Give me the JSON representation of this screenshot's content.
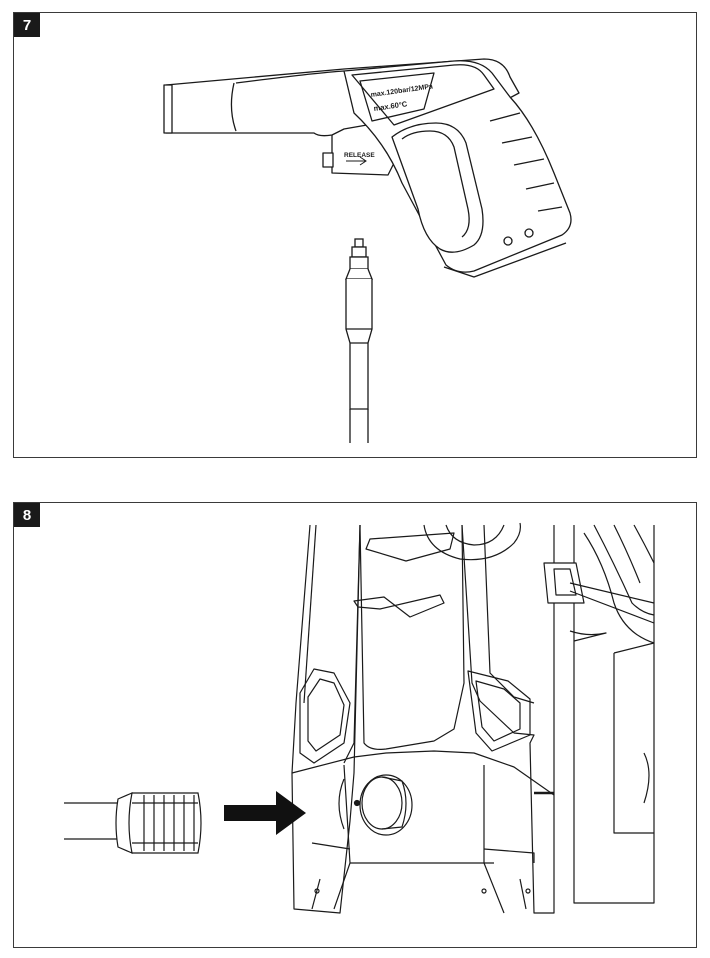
{
  "figures": [
    {
      "number": "7",
      "gun_label_pressure": "max.120bar/12MPa",
      "gun_label_temperature": "max.60°C",
      "release_label": "RELEASE"
    },
    {
      "number": "8"
    }
  ],
  "colors": {
    "line": "#1a1a1a",
    "label_bg": "#1a1a1a",
    "label_text": "#ffffff",
    "arrow": "#111111"
  },
  "icons": [
    "spray-gun-icon",
    "hose-connector-icon",
    "pressure-washer-icon",
    "hose-nut-icon",
    "insertion-arrow-icon"
  ]
}
